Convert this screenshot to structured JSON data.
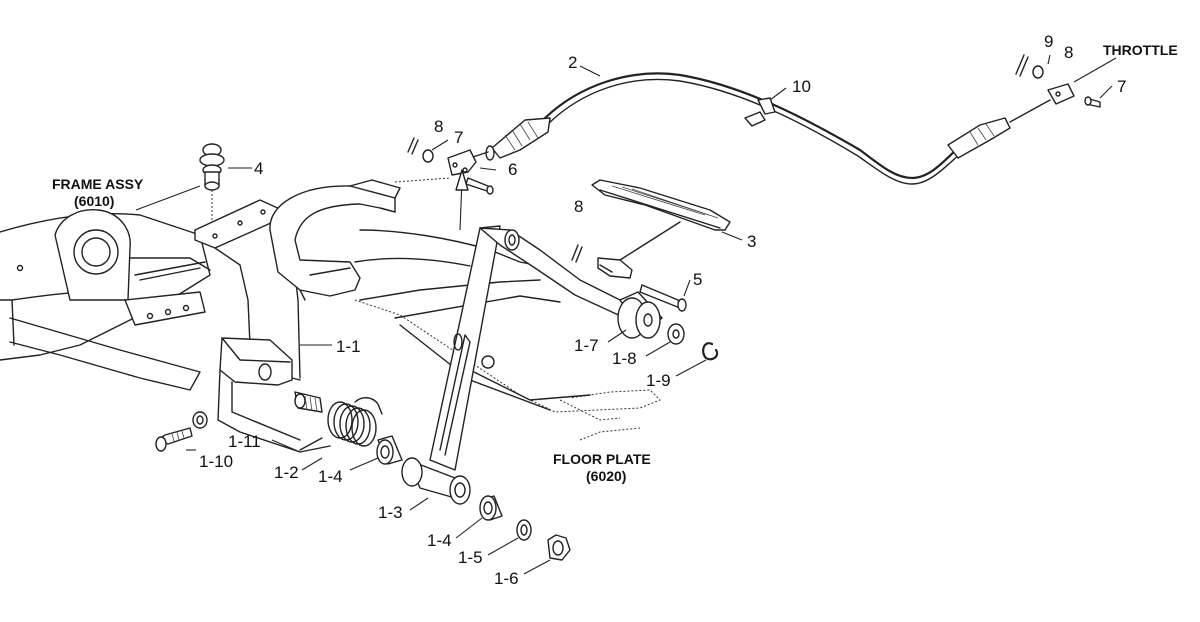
{
  "labels": {
    "frame_assy": "FRAME ASSY",
    "frame_assy_code": "(6010)",
    "floor_plate": "FLOOR PLATE",
    "floor_plate_code": "(6020)",
    "throttle": "THROTTLE"
  },
  "callouts": {
    "c_1_1": "1-1",
    "c_1_2": "1-2",
    "c_1_3": "1-3",
    "c_1_4a": "1-4",
    "c_1_4b": "1-4",
    "c_1_5": "1-5",
    "c_1_6": "1-6",
    "c_1_7": "1-7",
    "c_1_8": "1-8",
    "c_1_9": "1-9",
    "c_1_10": "1-10",
    "c_1_11": "1-11",
    "c_2": "2",
    "c_3": "3",
    "c_4": "4",
    "c_5": "5",
    "c_6": "6",
    "c_7a": "7",
    "c_7b": "7",
    "c_8a": "8",
    "c_8b": "8",
    "c_8c": "8",
    "c_9": "9",
    "c_10": "10"
  }
}
